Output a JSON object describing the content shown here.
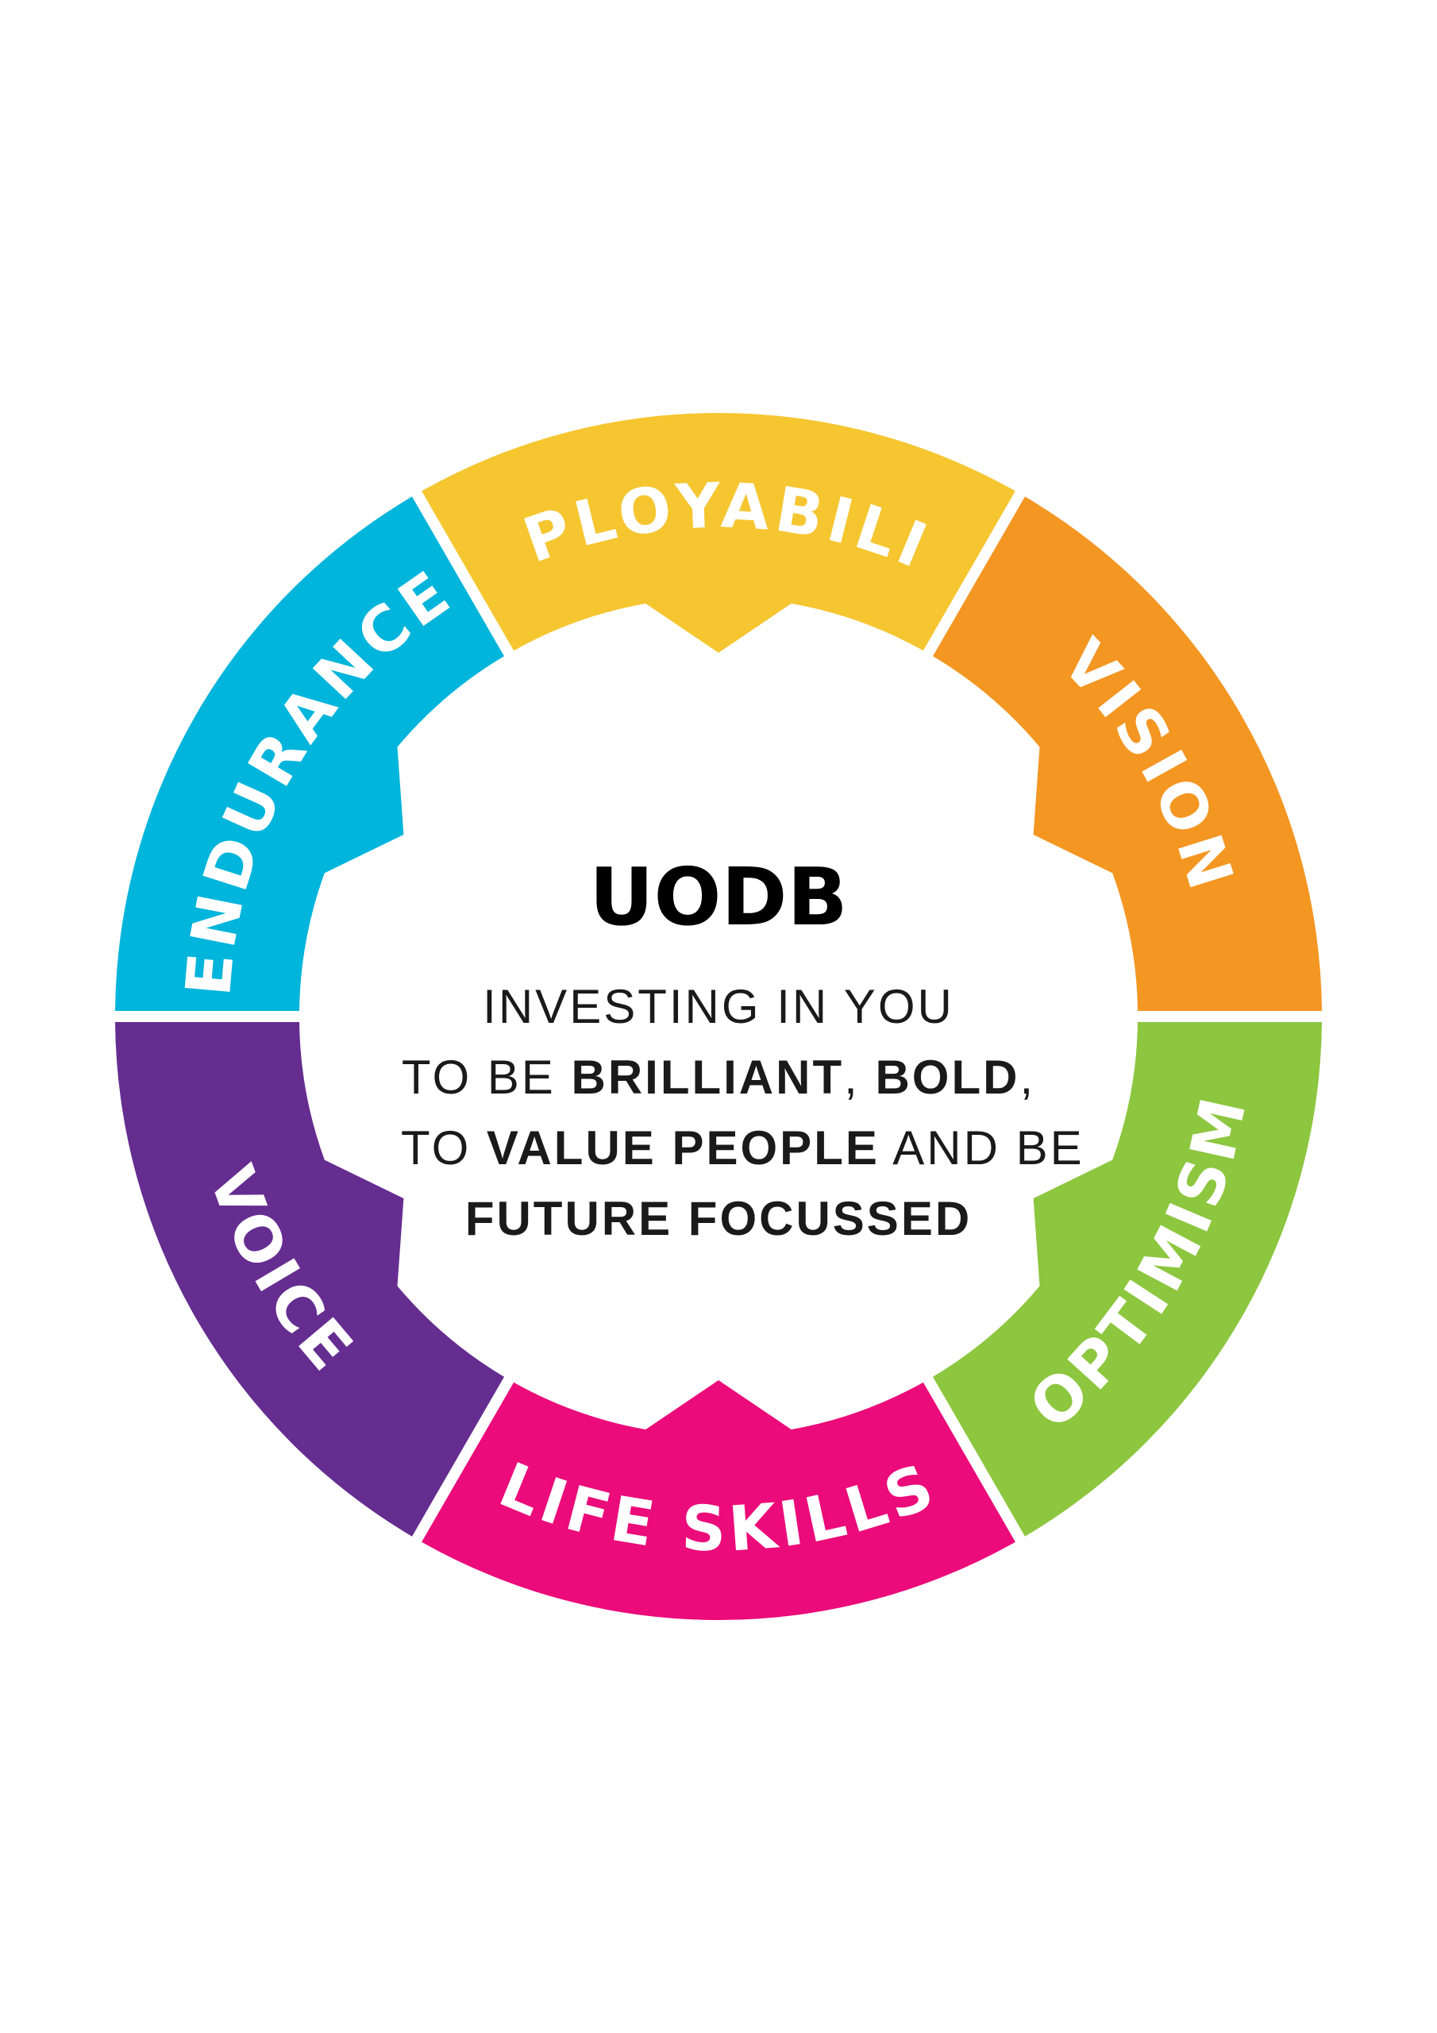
{
  "diagram": {
    "segments": [
      {
        "id": "employability",
        "label": "EMPLOYABILITY",
        "color": "#F6C630"
      },
      {
        "id": "vision",
        "label": "VISION",
        "color": "#F39622"
      },
      {
        "id": "optimism",
        "label": "OPTIMISM",
        "color": "#8DC63F"
      },
      {
        "id": "life-skills",
        "label": "LIFE SKILLS",
        "color": "#EB0B7A"
      },
      {
        "id": "voice",
        "label": "VOICE",
        "color": "#652D90"
      },
      {
        "id": "endurance",
        "label": "ENDURANCE",
        "color": "#00B5DC"
      }
    ]
  },
  "center": {
    "title": "UODB",
    "lines": [
      [
        {
          "text": "INVESTING IN YOU",
          "bold": false
        }
      ],
      [
        {
          "text": "TO BE ",
          "bold": false
        },
        {
          "text": "BRILLIANT",
          "bold": true
        },
        {
          "text": ", ",
          "bold": false
        },
        {
          "text": "BOLD",
          "bold": true
        },
        {
          "text": ",",
          "bold": false
        }
      ],
      [
        {
          "text": "TO ",
          "bold": false
        },
        {
          "text": "VALUE PEOPLE",
          "bold": true
        },
        {
          "text": " AND BE",
          "bold": false
        }
      ],
      [
        {
          "text": "FUTURE FOCUSSED",
          "bold": true
        }
      ]
    ]
  }
}
